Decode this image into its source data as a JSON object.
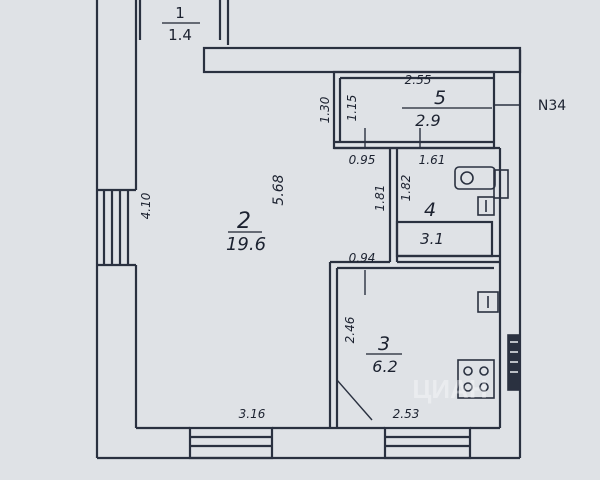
{
  "plan": {
    "rooms": [
      {
        "id": "1",
        "number": "1",
        "area": "1.4"
      },
      {
        "id": "2",
        "number": "2",
        "area": "19.6"
      },
      {
        "id": "3",
        "number": "3",
        "area": "6.2"
      },
      {
        "id": "4",
        "number": "4",
        "area": "3.1"
      },
      {
        "id": "5",
        "number": "5",
        "area": "2.9"
      }
    ],
    "dimensions": {
      "d255": "2.55",
      "d130": "1.30",
      "d115": "1.15",
      "d095": "0.95",
      "d161": "1.61",
      "d181": "1.81",
      "d182": "1.82",
      "d410": "4.10",
      "d568": "5.68",
      "d094": "0.94",
      "d246": "2.46",
      "d316": "3.16",
      "d253": "2.53"
    },
    "marker": "N34",
    "watermark": "ЦИАН"
  },
  "colors": {
    "paper": "#dfe2e6",
    "wall": "#2a3140",
    "ink": "#1c2230"
  }
}
